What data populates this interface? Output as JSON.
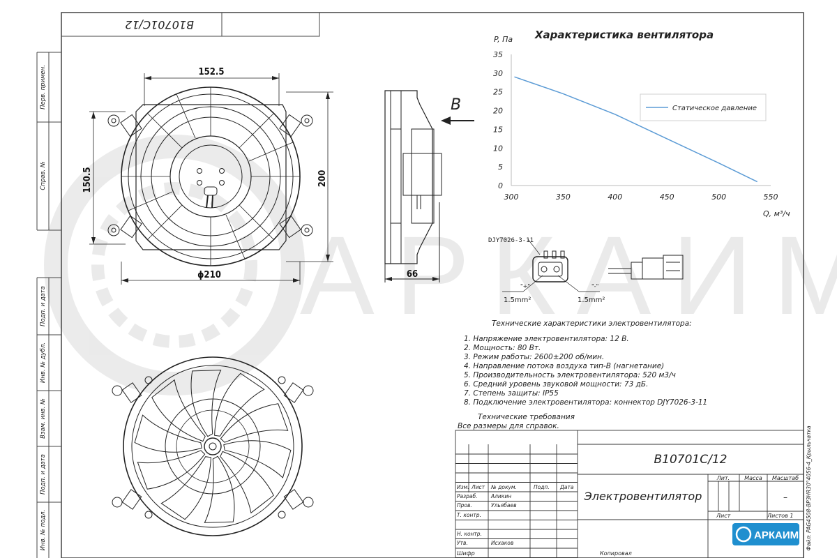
{
  "drawing_code_rotated": "B10701C/12",
  "side_labels": [
    "Перв. примен.",
    "Справ. №",
    "Подп. и дата",
    "Инв. № дубл.",
    "Взам. инв. №",
    "Подп. и дата",
    "Инв. № подл."
  ],
  "right_side_label": "Файл: PAG4508-BP3HR30°4056-4_Крыльчатка",
  "watermark": "АРКАИМ",
  "front_view": {
    "dim_width": "152.5",
    "dim_height_left": "150.5",
    "dim_height_right": "200",
    "dim_diameter": "ϕ210"
  },
  "side_view": {
    "dim_depth": "66",
    "flow_label": "B"
  },
  "connector": {
    "name": "DJY7026-3-11",
    "plus": "\"+\"",
    "minus": "\"-\"",
    "wire_left": "1.5mm²",
    "wire_right": "1.5mm²"
  },
  "chart_data": {
    "type": "line",
    "title": "Характеристика вентилятора",
    "xlabel": "Q, м³/ч",
    "ylabel": "P, Па",
    "xlim": [
      300,
      550
    ],
    "ylim": [
      0,
      35
    ],
    "x_ticks": [
      "300",
      "350",
      "400",
      "450",
      "500",
      "550"
    ],
    "y_ticks": [
      "0",
      "5",
      "10",
      "15",
      "20",
      "25",
      "30",
      "35"
    ],
    "grid": false,
    "legend_position": "right",
    "series": [
      {
        "name": "Статическое давление",
        "color": "#5b9bd5",
        "x": [
          303,
          350,
          400,
          450,
          500,
          537
        ],
        "y": [
          29,
          24.5,
          19,
          12.5,
          6,
          1
        ]
      }
    ]
  },
  "specs": {
    "title": "Технические характеристики электровентилятора:",
    "items": [
      "1. Напряжение электровентилятора: 12 В.",
      "2. Мощность: 80 Вт.",
      "3. Режим работы: 2600±200 об/мин.",
      "4. Направление потока воздуха тип-B (нагнетание)",
      "5. Производительность электровентилятора: 520 м3/ч",
      "6. Средний уровень звуковой мощности: 73 дБ.",
      "7. Степень защиты: IP55",
      "8. Подключение электровентилятора: коннектор DJY7026-3-11"
    ],
    "req_title": "Технические требования",
    "req_text": "Все размеры для справок."
  },
  "title_block": {
    "code": "B10701C/12",
    "product": "Электровентилятор",
    "header_row": [
      "Изм.",
      "Лист",
      "№ докум.",
      "Подп.",
      "Дата"
    ],
    "roles": [
      {
        "role": "Разраб.",
        "name": "Аликин"
      },
      {
        "role": "Пров.",
        "name": "Ульябаев"
      },
      {
        "role": "Т. контр.",
        "name": ""
      },
      {
        "role": "Н. контр.",
        "name": ""
      },
      {
        "role": "Утв.",
        "name": "Исхаков"
      }
    ],
    "lit_label": "Лит.",
    "mass_label": "Масса",
    "scale_label": "Масштаб",
    "scale_value": "–",
    "sheet_label": "Лист",
    "sheets_label": "Листов 1",
    "company": "АРКАИМ",
    "footer_left": "Шифр",
    "footer_right": "Копировал"
  }
}
